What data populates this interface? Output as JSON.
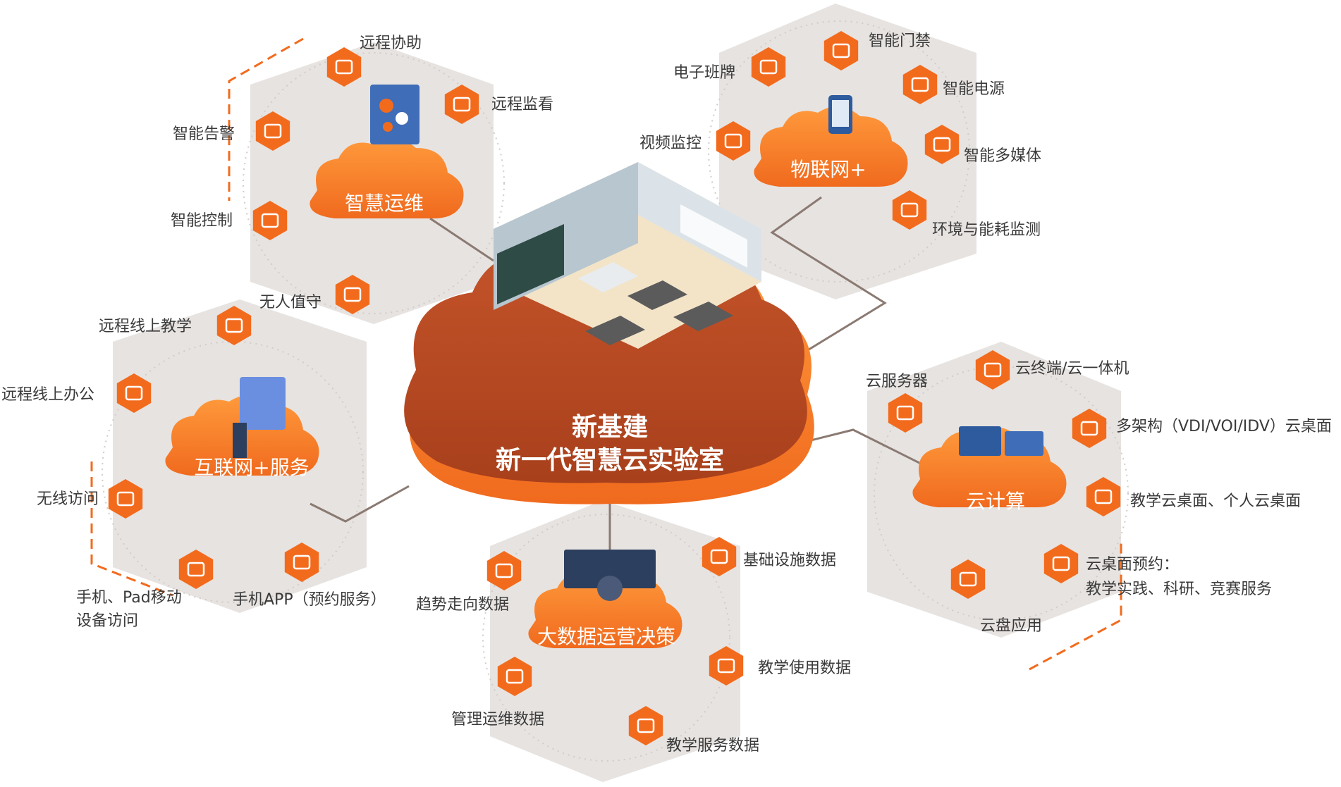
{
  "center": {
    "line1": "新基建",
    "line2": "新一代智慧云实验室"
  },
  "clusters": {
    "ops": {
      "title": "智慧运维",
      "items": [
        "远程协助",
        "远程监看",
        "智能告警",
        "智能控制",
        "无人值守"
      ]
    },
    "iot": {
      "title": "物联网+",
      "items": [
        "电子班牌",
        "智能门禁",
        "智能电源",
        "视频监控",
        "智能多媒体",
        "环境与能耗监测"
      ]
    },
    "internet": {
      "title": "互联网+服务",
      "items": [
        "远程线上教学",
        "远程线上办公",
        "无线访问",
        "手机、Pad移动",
        "设备访问",
        "手机APP（预约服务）"
      ]
    },
    "cloud": {
      "title": "云计算",
      "items": [
        "云服务器",
        "云终端/云一体机",
        "多架构（VDI/VOI/IDV）云桌面",
        "教学云桌面、个人云桌面",
        "云桌面预约：",
        "教学实践、科研、竞赛服务",
        "云盘应用"
      ]
    },
    "bigdata": {
      "title": "大数据运营决策",
      "items": [
        "基础设施数据",
        "趋势走向数据",
        "教学使用数据",
        "管理运维数据",
        "教学服务数据"
      ]
    }
  },
  "colors": {
    "accent": "#f26b1d",
    "accent_dark": "#c84e1e",
    "hex_fill": "#e7e3e1",
    "connector": "#8a7a72",
    "text": "#3a3a3a"
  }
}
